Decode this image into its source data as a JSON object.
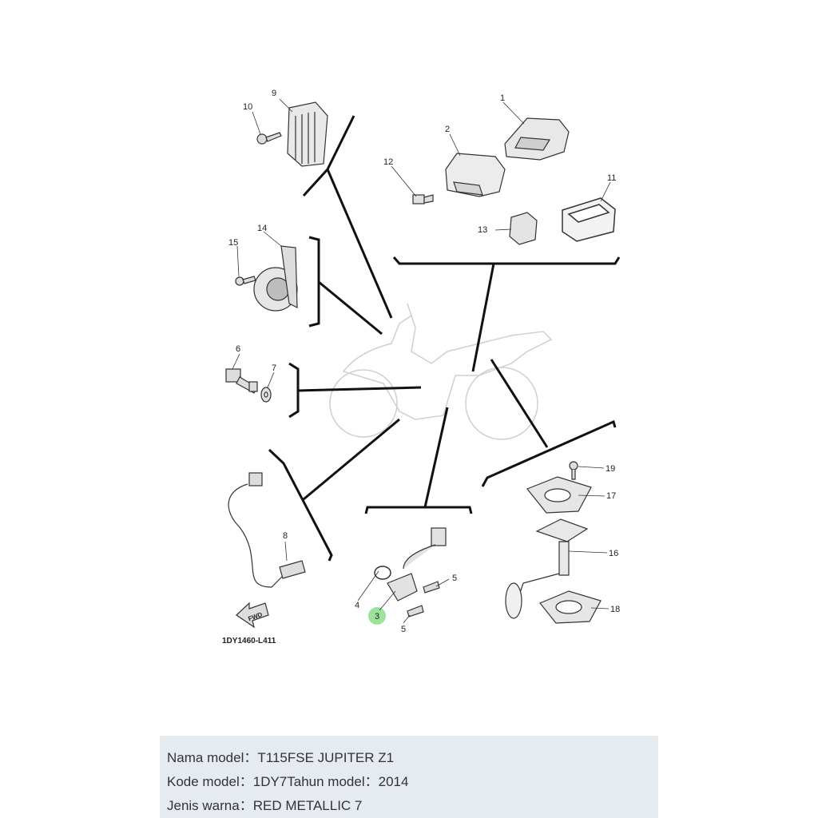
{
  "diagram": {
    "callouts": {
      "c1": "1",
      "c2": "2",
      "c3": "3",
      "c4": "4",
      "c5a": "5",
      "c5b": "5",
      "c6": "6",
      "c7": "7",
      "c8": "8",
      "c9": "9",
      "c10": "10",
      "c11": "11",
      "c12": "12",
      "c13": "13",
      "c14": "14",
      "c15": "15",
      "c16": "16",
      "c17": "17",
      "c18": "18",
      "c19": "19"
    },
    "fwd_label": "FWD",
    "drawing_code": "1DY1460-L411",
    "highlight_color": "#8fe08f"
  },
  "info": {
    "model_name_label": "Nama model：",
    "model_name_value": "T115FSE JUPITER Z1",
    "model_code_label": "Kode model：",
    "model_code_value": "1DY7",
    "model_year_label": "Tahun model：",
    "model_year_value": "2014",
    "color_label": "Jenis warna：",
    "color_value": "RED METALLIC 7"
  }
}
